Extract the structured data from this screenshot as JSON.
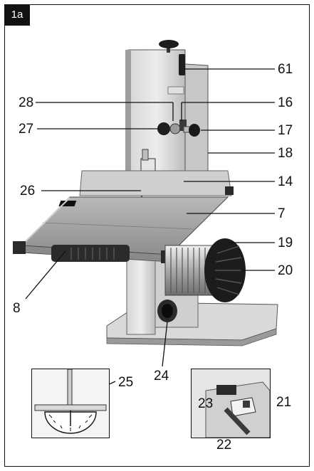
{
  "figure": {
    "tag": "1a"
  },
  "callouts": [
    {
      "id": "61",
      "text": "61"
    },
    {
      "id": "28",
      "text": "28"
    },
    {
      "id": "16",
      "text": "16"
    },
    {
      "id": "27",
      "text": "27"
    },
    {
      "id": "17",
      "text": "17"
    },
    {
      "id": "18",
      "text": "18"
    },
    {
      "id": "26",
      "text": "26"
    },
    {
      "id": "14",
      "text": "14"
    },
    {
      "id": "7",
      "text": "7"
    },
    {
      "id": "19",
      "text": "19"
    },
    {
      "id": "20",
      "text": "20"
    },
    {
      "id": "8",
      "text": "8"
    },
    {
      "id": "24",
      "text": "24"
    },
    {
      "id": "25",
      "text": "25"
    },
    {
      "id": "23",
      "text": "23"
    },
    {
      "id": "21",
      "text": "21"
    },
    {
      "id": "22",
      "text": "22"
    }
  ]
}
